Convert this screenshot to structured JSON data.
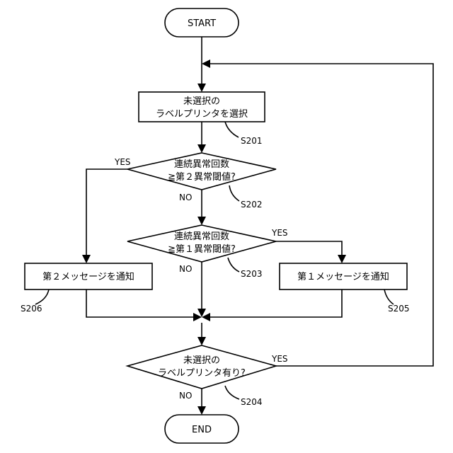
{
  "nodes": {
    "start": "START",
    "s201": [
      "未選択の",
      "ラベルプリンタを選択"
    ],
    "s202": [
      "連続異常回数",
      "≧第２異常閾値?"
    ],
    "s203": [
      "連続異常回数",
      "≧第１異常閾値?"
    ],
    "s206": "第２メッセージを通知",
    "s205": "第１メッセージを通知",
    "s204": [
      "未選択の",
      "ラベルプリンタ有り?"
    ],
    "end": "END"
  },
  "step_labels": {
    "s201": "S201",
    "s202": "S202",
    "s203": "S203",
    "s204": "S204",
    "s205": "S205",
    "s206": "S206"
  },
  "branch_labels": {
    "s202_yes": "YES",
    "s202_no": "NO",
    "s203_yes": "YES",
    "s203_no": "NO",
    "s204_yes": "YES",
    "s204_no": "NO"
  }
}
